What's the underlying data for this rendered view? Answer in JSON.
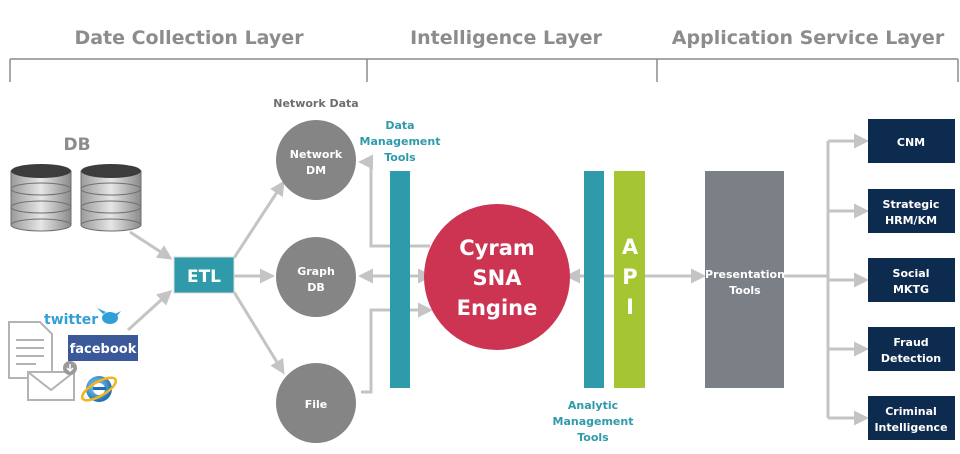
{
  "layers": {
    "collection": "Date Collection Layer",
    "intelligence": "Intelligence Layer",
    "application": "Application Service Layer"
  },
  "sources": {
    "db_label": "DB",
    "twitter": "twitter",
    "facebook": "facebook"
  },
  "etl": "ETL",
  "network_data_label": "Network Data",
  "storage": {
    "network_dm": [
      "Network",
      "DM"
    ],
    "graph_db": [
      "Graph",
      "DB"
    ],
    "file": [
      "File"
    ]
  },
  "data_management_tools": [
    "Data",
    "Management",
    "Tools"
  ],
  "engine": [
    "Cyram",
    "SNA",
    "Engine"
  ],
  "api_letters": [
    "A",
    "P",
    "I"
  ],
  "analytic_management_tools": [
    "Analytic",
    "Management",
    "Tools"
  ],
  "presentation_tools": [
    "Presentation",
    "Tools"
  ],
  "services": [
    [
      "CNM"
    ],
    [
      "Strategic",
      "HRM/KM"
    ],
    [
      "Social",
      "MKTG"
    ],
    [
      "Fraud",
      "Detection"
    ],
    [
      "Criminal",
      "Intelligence"
    ]
  ],
  "colors": {
    "teal": "#2e9aaa",
    "lime": "#a6c532",
    "crimson": "#cc3451",
    "navy": "#0d2a4f",
    "slate": "#7b7f86",
    "circle_gray": "#858585",
    "arrow_gray": "#c4c4c4"
  }
}
